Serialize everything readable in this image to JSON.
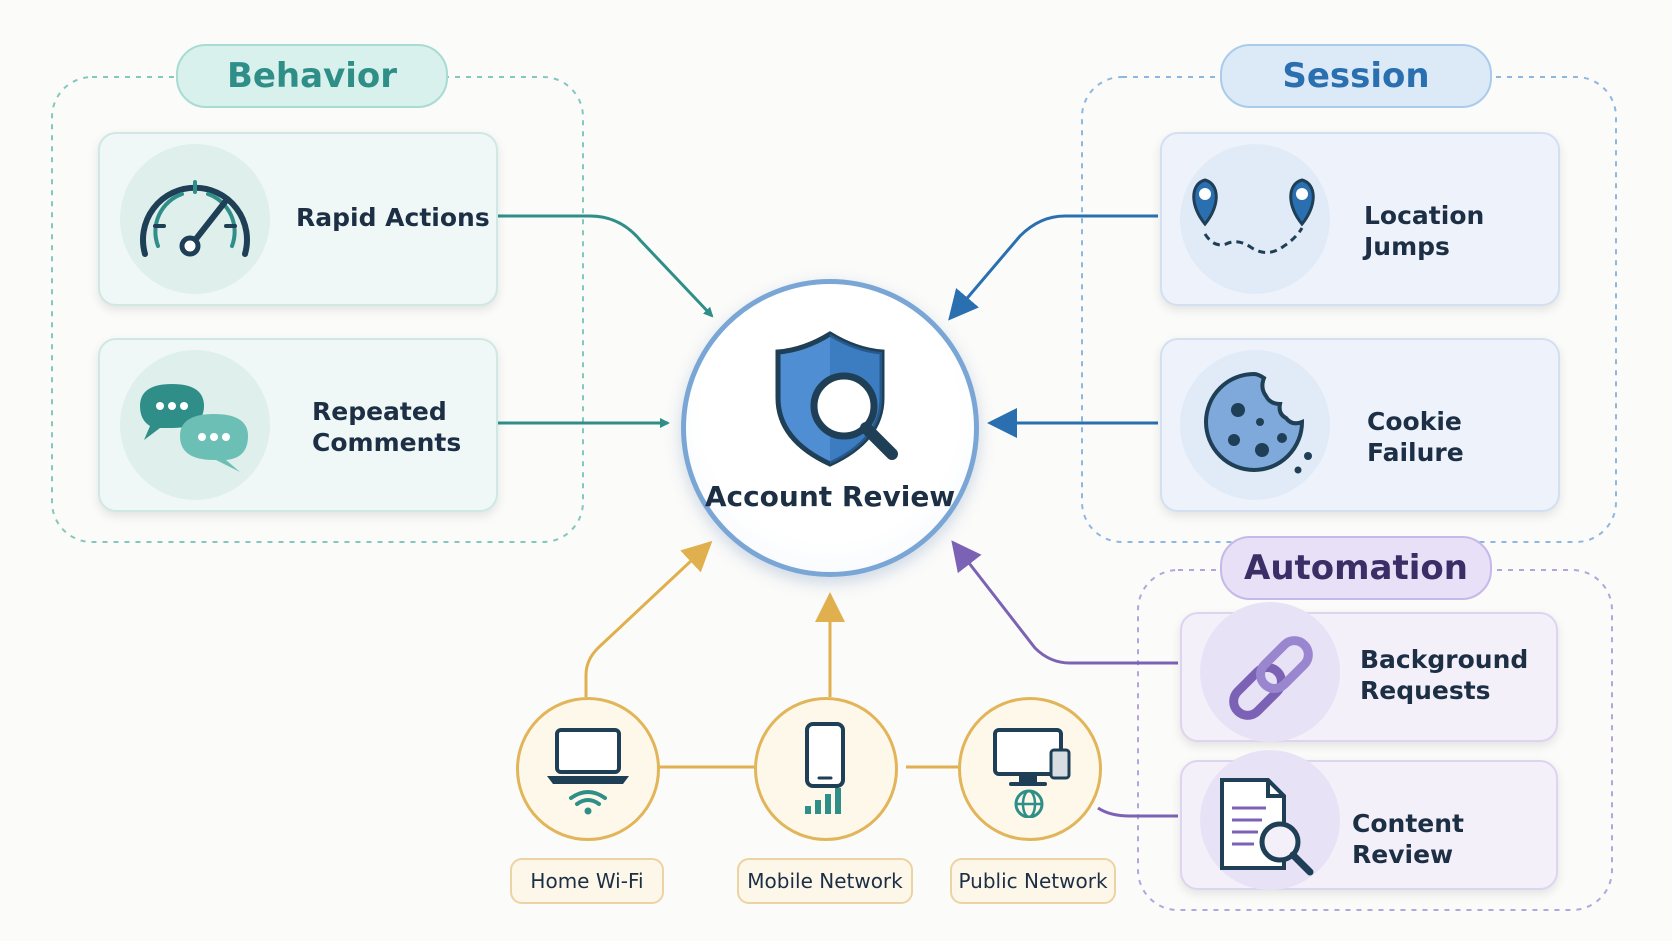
{
  "center": {
    "label": "Account Review"
  },
  "groups": {
    "behavior": {
      "title": "Behavior",
      "color": "#2f8f88"
    },
    "session": {
      "title": "Session",
      "color": "#2a6fb0"
    },
    "automation": {
      "title": "Automation",
      "color": "#7c62b5"
    }
  },
  "cards": {
    "rapid_actions": {
      "label": "Rapid Actions",
      "icon": "speedometer-icon"
    },
    "repeated_comments": {
      "label_line1": "Repeated",
      "label_line2": "Comments",
      "icon": "chat-bubbles-icon"
    },
    "location_jumps": {
      "label": "Location Jumps",
      "icon": "location-pins-icon"
    },
    "cookie_failure": {
      "label": "Cookie Failure",
      "icon": "cookie-icon"
    },
    "background_requests": {
      "label_line1": "Background",
      "label_line2": "Requests",
      "icon": "chain-link-icon"
    },
    "content_review": {
      "label": "Content Review",
      "icon": "document-search-icon"
    }
  },
  "networks": [
    {
      "label": "Home Wi-Fi",
      "icon": "laptop-wifi-icon"
    },
    {
      "label": "Mobile Network",
      "icon": "phone-signal-icon"
    },
    {
      "label": "Public Network",
      "icon": "desktop-globe-icon"
    }
  ],
  "colors": {
    "behavior": "#2f8f88",
    "session": "#2a6fb0",
    "automation": "#7c62b5",
    "network": "#e0b04e",
    "hub_border": "#7aa6d6"
  }
}
